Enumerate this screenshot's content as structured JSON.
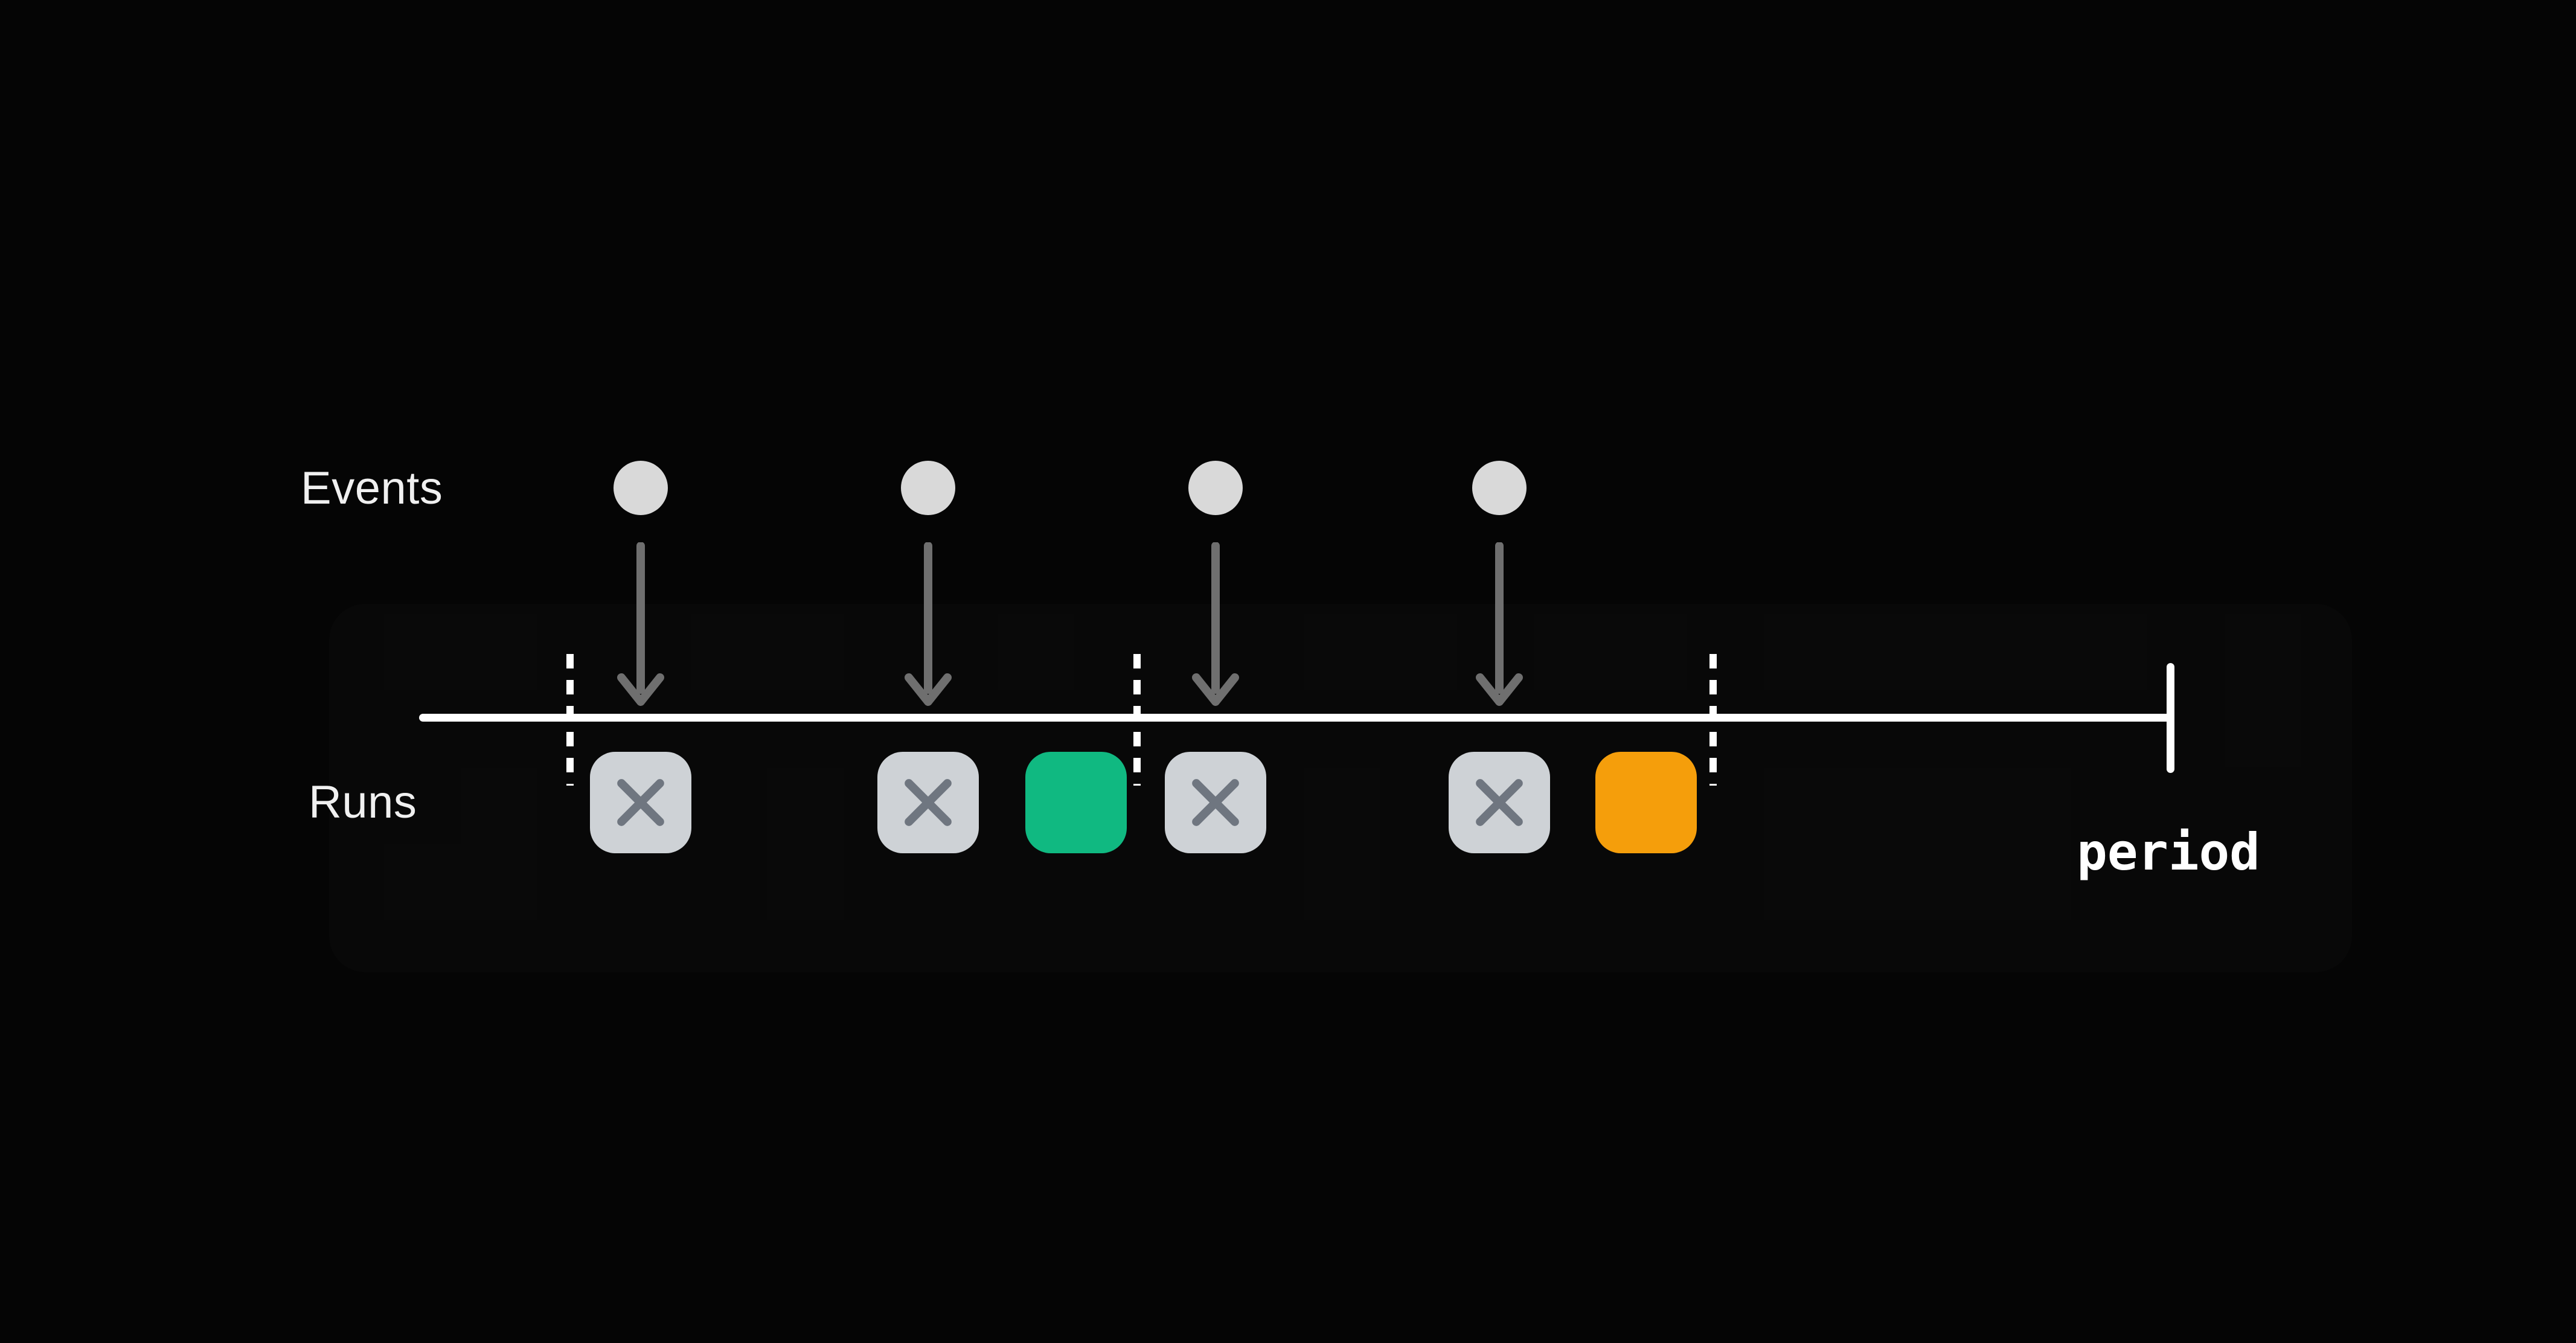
{
  "labels": {
    "events": "Events",
    "runs": "Runs",
    "period": "period"
  },
  "colors": {
    "background": "#050505",
    "text": "#f0f0f0",
    "timeline": "#ffffff",
    "event_dot": "#d9d9d9",
    "arrow": "#6f6f6f",
    "tile_skipped_bg": "#ced2d6",
    "tile_skipped_mark": "#6f7680",
    "tile_success_bg": "#10b981",
    "tile_pending_bg": "#f59e0b"
  },
  "events_count": 4,
  "runs": [
    {
      "status": "skipped"
    },
    {
      "status": "skipped"
    },
    {
      "status": "success"
    },
    {
      "status": "skipped"
    },
    {
      "status": "skipped"
    },
    {
      "status": "pending"
    }
  ],
  "period_marker_count": 3
}
